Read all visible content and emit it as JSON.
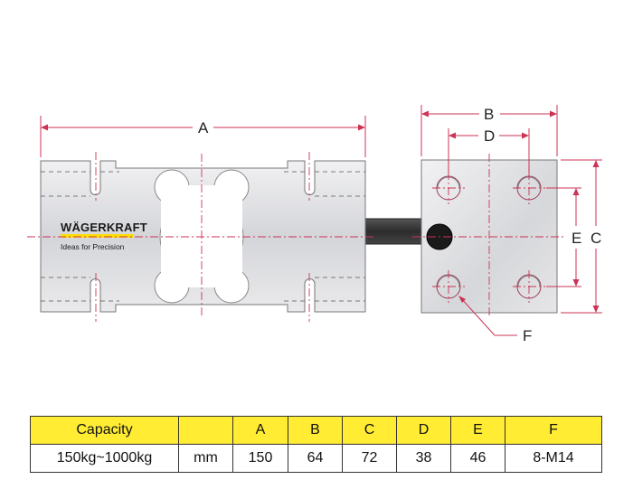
{
  "brand": {
    "logo_text": "WÄGERKRAFT",
    "tagline": "Ideas for Precision"
  },
  "dimension_labels": {
    "a": "A",
    "b": "B",
    "c": "C",
    "d": "D",
    "e": "E",
    "f": "F"
  },
  "spec_table": {
    "headers": [
      "Capacity",
      "",
      "A",
      "B",
      "C",
      "D",
      "E",
      "F"
    ],
    "row": [
      "150kg~1000kg",
      "mm",
      "150",
      "64",
      "72",
      "38",
      "46",
      "8-M14"
    ]
  },
  "colors": {
    "dimension_line": "#cc3355",
    "header_fill": "#ffec33",
    "body_metal": "#dcdde0",
    "cable": "#3a3a3a",
    "connector": "#1a1a1a"
  }
}
